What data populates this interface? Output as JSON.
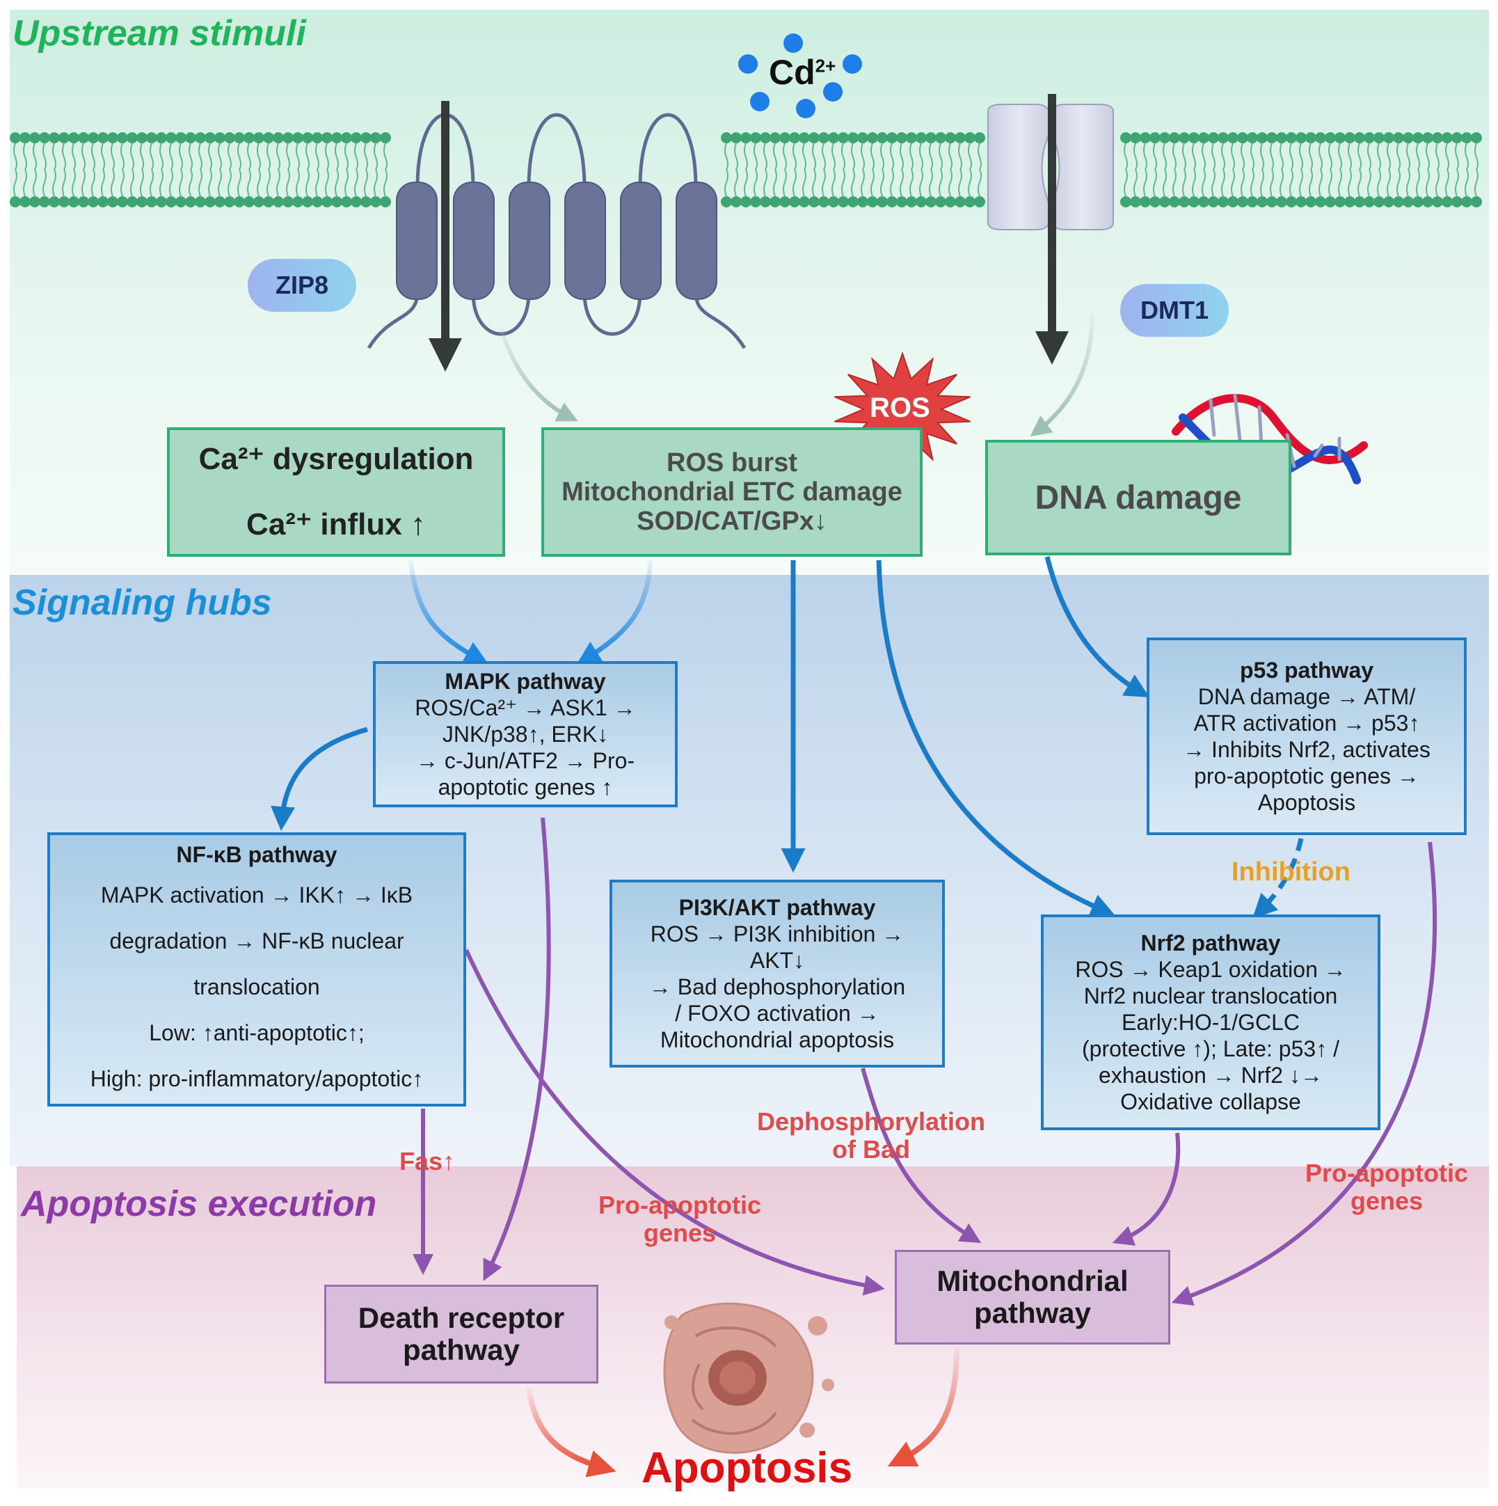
{
  "sections": {
    "upstream": {
      "title": "Upstream stimuli",
      "color": "#1fb35a"
    },
    "signaling": {
      "title": "Signaling hubs",
      "color": "#1a8fd6"
    },
    "apoptosis_exec": {
      "title": "Apoptosis execution",
      "color": "#8b3aa8"
    }
  },
  "ion": {
    "label": "Cd",
    "superscript": "2+"
  },
  "transporters": {
    "zip8": "ZIP8",
    "dmt1": "DMT1"
  },
  "ros_star": "ROS",
  "upstream_boxes": {
    "calcium": {
      "line1": "Ca²⁺ dysregulation",
      "line2": "Ca²⁺ influx ↑"
    },
    "ros": {
      "line1": "ROS burst",
      "line2": "Mitochondrial ETC damage",
      "line3": "SOD/CAT/GPx↓"
    },
    "dna": {
      "line1": "DNA damage"
    }
  },
  "hubs": {
    "mapk": {
      "title": "MAPK pathway",
      "lines": [
        "ROS/Ca²⁺ → ASK1 →",
        "JNK/p38↑, ERK↓",
        "→ c-Jun/ATF2 → Pro-",
        "apoptotic genes ↑"
      ]
    },
    "nfkb": {
      "title": "NF-κB pathway",
      "lines": [
        "MAPK activation → IKK↑ → IκB",
        "degradation → NF-κB nuclear",
        "translocation",
        "Low: ↑anti-apoptotic↑;",
        "High: pro-inflammatory/apoptotic↑"
      ]
    },
    "pi3k": {
      "title": "PI3K/AKT pathway",
      "lines": [
        "ROS → PI3K inhibition →",
        "AKT↓",
        "→ Bad dephosphorylation",
        "/ FOXO activation →",
        "Mitochondrial apoptosis"
      ]
    },
    "p53": {
      "title": "p53 pathway",
      "lines": [
        "DNA damage → ATM/",
        "ATR activation → p53↑",
        "→ Inhibits Nrf2, activates",
        "pro-apoptotic genes →",
        "Apoptosis"
      ]
    },
    "nrf2": {
      "title": "Nrf2 pathway",
      "lines": [
        "ROS → Keap1 oxidation →",
        "Nrf2 nuclear translocation",
        "Early:HO-1/GCLC",
        "(protective ↑); Late: p53↑ /",
        "exhaustion → Nrf2 ↓→",
        "Oxidative collapse"
      ]
    }
  },
  "arrow_labels": {
    "inhibition": "Inhibition",
    "fas": "Fas↑",
    "dephos_line1": "Dephosphorylation",
    "dephos_line2": "of Bad",
    "proapop_mid_line1": "Pro-apoptotic",
    "proapop_mid_line2": "genes",
    "proapop_right_line1": "Pro-apoptotic",
    "proapop_right_line2": "genes"
  },
  "execution": {
    "death_receptor": {
      "line1": "Death receptor",
      "line2": "pathway"
    },
    "mitochondrial": {
      "line1": "Mitochondrial",
      "line2": "pathway"
    },
    "outcome": "Apoptosis"
  },
  "colors": {
    "blue_arrow": "#1a7cc9",
    "purple_arrow": "#8e55b0",
    "red_arrow": "#e8503a",
    "inhibition": "#e8a020",
    "label_red": "#e04a4a",
    "outcome_red": "#e01010"
  }
}
